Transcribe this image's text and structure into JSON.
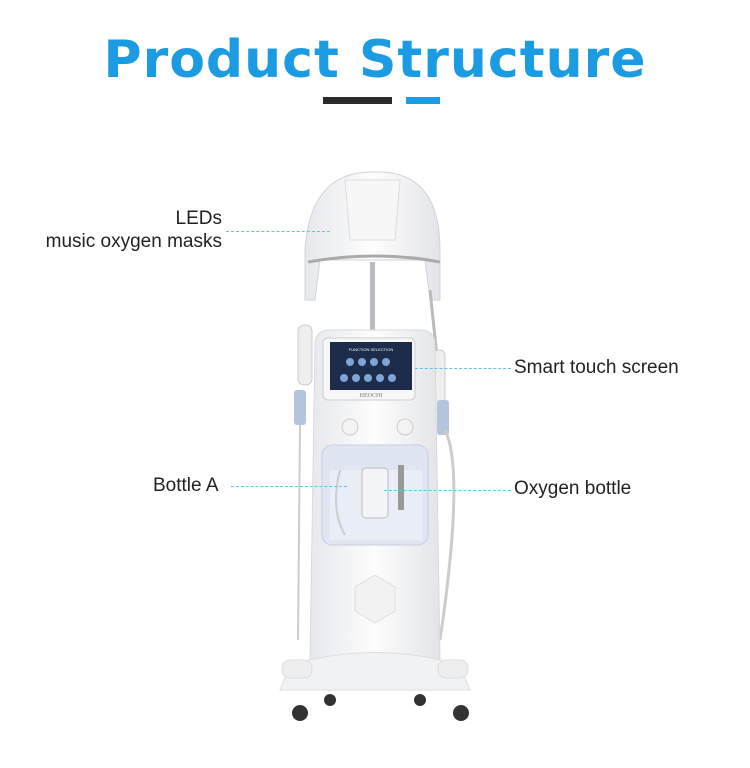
{
  "title": "Product Structure",
  "colors": {
    "accent": "#1b9ce2",
    "dark_bar": "#2b2b2b",
    "leader": "#5fc3e8"
  },
  "labels": {
    "leds_line1": "LEDs",
    "leds_line2": "music oxygen masks",
    "touch_screen": "Smart touch screen",
    "bottle_a": "Bottle A",
    "oxygen_bottle": "Oxygen bottle"
  },
  "screen": {
    "header": "FUNCTION SELECTION",
    "brand": "HEOCHI"
  }
}
